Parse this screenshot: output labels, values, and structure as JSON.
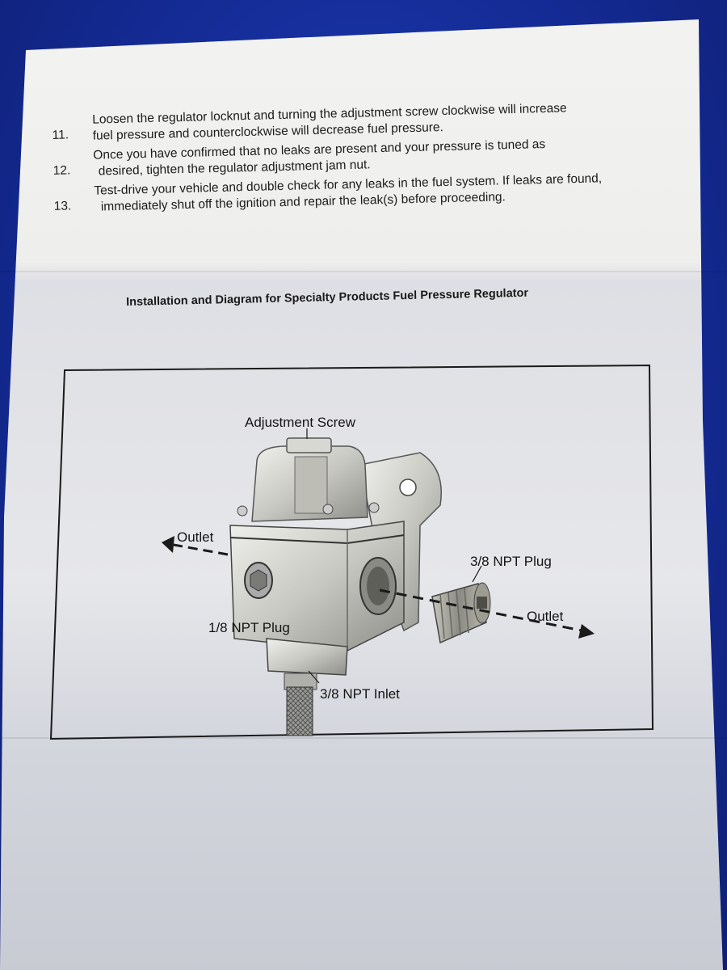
{
  "instructions": [
    {
      "num": "11.",
      "line1": "Loosen the regulator locknut and turning the adjustment screw clockwise will increase",
      "line2": "fuel pressure and counterclockwise will decrease fuel pressure."
    },
    {
      "num": "12.",
      "line1": "Once you have confirmed that no leaks are present and your pressure is tuned as",
      "line2": "desired, tighten the regulator adjustment jam nut."
    },
    {
      "num": "13.",
      "line1": "Test-drive your vehicle and double check for any leaks in the fuel system. If leaks are found,",
      "line2": "immediately shut off the ignition and repair the leak(s) before proceeding."
    }
  ],
  "diagram": {
    "title": "Installation and Diagram for Specialty Products Fuel Pressure Regulator",
    "labels": {
      "adjustment_screw": "Adjustment Screw",
      "outlet_left": "Outlet",
      "plug_38": "3/8 NPT Plug",
      "outlet_right": "Outlet",
      "plug_18": "1/8 NPT Plug",
      "inlet_38": "3/8 NPT Inlet"
    }
  },
  "colors": {
    "background_cloth": "#142a93",
    "paper": "#eeeeec",
    "ink": "#1a1a1a",
    "metal": "#c9c9c4"
  }
}
